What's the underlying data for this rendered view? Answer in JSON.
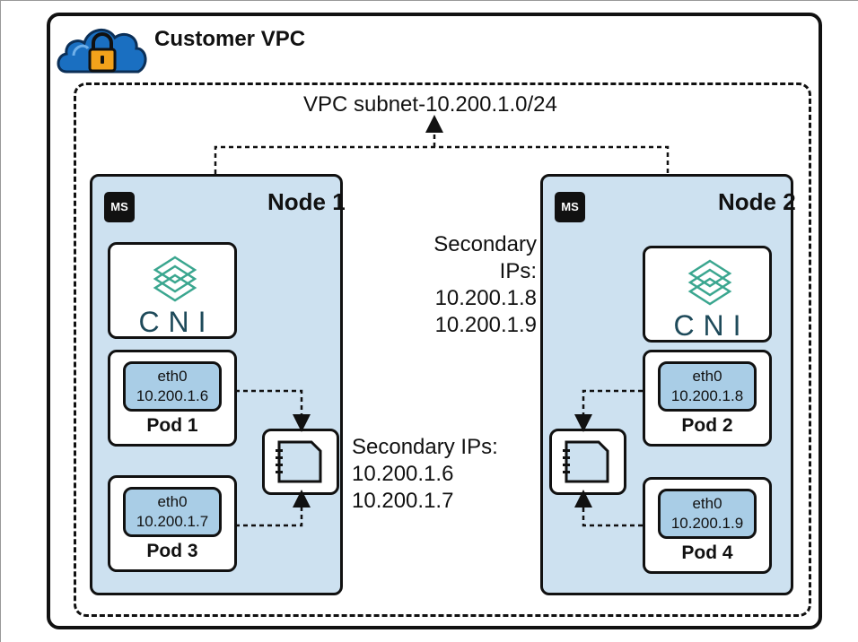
{
  "vpc": {
    "title": "Customer VPC",
    "subnet_label": "VPC subnet-10.200.1.0/24"
  },
  "nodes": [
    {
      "title": "Node 1",
      "chip_label": "MS",
      "cni_label": "CNI",
      "pods": [
        {
          "eth": "eth0",
          "ip": "10.200.1.6",
          "label": "Pod 1"
        },
        {
          "eth": "eth0",
          "ip": "10.200.1.7",
          "label": "Pod 3"
        }
      ],
      "secondary_ips": {
        "heading": "Secondary IPs:",
        "ips": [
          "10.200.1.6",
          "10.200.1.7"
        ]
      }
    },
    {
      "title": "Node 2",
      "chip_label": "MS",
      "cni_label": "CNI",
      "pods": [
        {
          "eth": "eth0",
          "ip": "10.200.1.8",
          "label": "Pod 2"
        },
        {
          "eth": "eth0",
          "ip": "10.200.1.9",
          "label": "Pod 4"
        }
      ],
      "secondary_ips": {
        "heading": "Secondary IPs:",
        "ips": [
          "10.200.1.8",
          "10.200.1.9"
        ]
      }
    }
  ],
  "colors": {
    "node_fill": "#cde1f0",
    "eth_fill": "#a9cde6",
    "cloud_fill": "#1a6fc1",
    "lock_fill": "#f3a21b",
    "cni_logo": "#3aa68f",
    "cni_text": "#1e4a5a"
  },
  "icons": {
    "cloud": "cloud-lock-icon",
    "chip": "ms-chip-icon",
    "eni": "network-card-icon",
    "cni": "cni-logo-icon"
  }
}
